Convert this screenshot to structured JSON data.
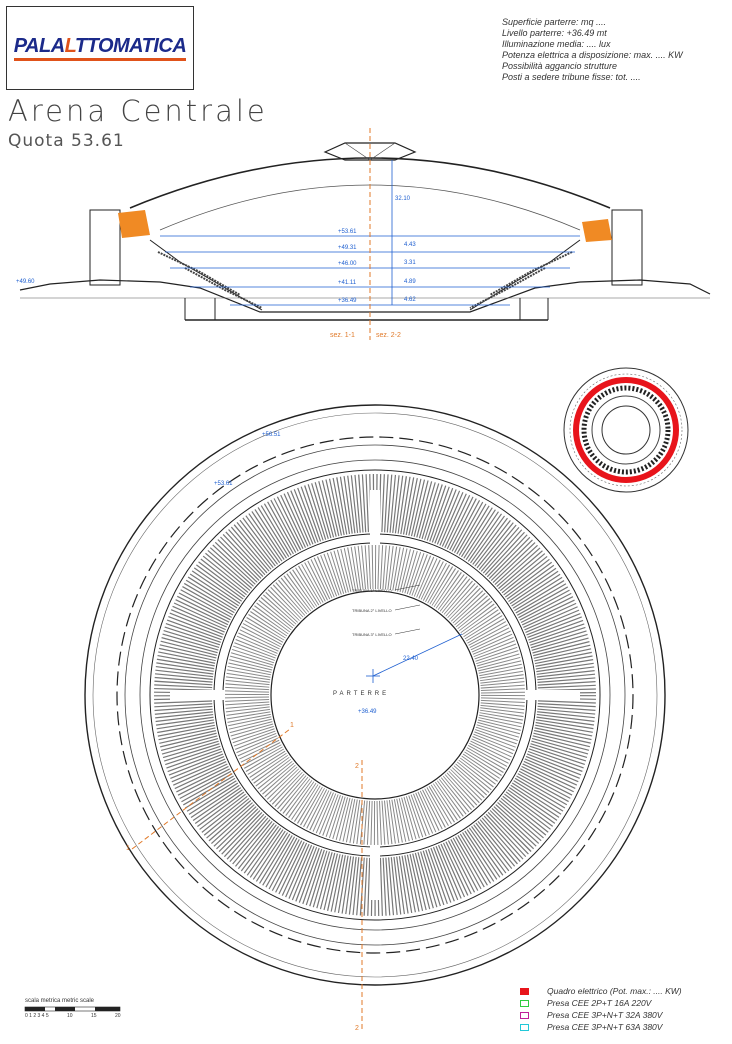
{
  "logo": {
    "part1": "PALA",
    "part2": "L",
    "part3": "TTOMATICA"
  },
  "title": "Arena Centrale",
  "subtitle": "Quota 53.61",
  "specs": [
    "Superficie parterre: mq ....",
    "Livello parterre: +36.49 mt",
    "Illuminazione media: .... lux",
    "Potenza elettrica a disposizione: max. .... KW",
    "Possibilità aggancio strutture",
    "Posti a sedere tribune fisse: tot. ...."
  ],
  "section": {
    "levels": [
      "+53.61",
      "+49.31",
      "+46.00",
      "+41.11",
      "+36.49"
    ],
    "dimensions": [
      "32.10",
      "4.43",
      "3.31",
      "4.89",
      "4.62"
    ],
    "side_elevation": "+49.60",
    "cut_labels": [
      "sez. 1-1",
      "sez. 2-2"
    ]
  },
  "plan": {
    "level_outer": "+56.51",
    "level_inner": "+53.61",
    "tribune_labels": [
      "TRIBUNA 1° LIVELLO",
      "TRIBUNA 2° LIVELLO",
      "TRIBUNA 3° LIVELLO"
    ],
    "radius": "22.40",
    "center_label": "PARTERRE",
    "center_level": "+36.49",
    "cut_markers": [
      "1",
      "1",
      "2",
      "2"
    ]
  },
  "scale": {
    "label": "scala metrica metric scale",
    "ticks": [
      "0 1 2 3 4 5",
      "10",
      "15",
      "20"
    ]
  },
  "legend": [
    {
      "label": "Quadro elettrico (Pot. max.: .... KW)",
      "color": "#e8141b",
      "filled": true
    },
    {
      "label": "Presa CEE 2P+T 16A 220V",
      "color": "#2ecc40",
      "filled": false
    },
    {
      "label": "Presa CEE 3P+N+T 32A 380V",
      "color": "#c0209a",
      "filled": false
    },
    {
      "label": "Presa CEE 3P+N+T 63A 380V",
      "color": "#22c8d8",
      "filled": false
    }
  ],
  "colors": {
    "accent_orange": "#f08a24",
    "level_blue": "#1e5fd0",
    "highlight_red": "#e8141b",
    "cut_orange": "#e07a2a"
  }
}
